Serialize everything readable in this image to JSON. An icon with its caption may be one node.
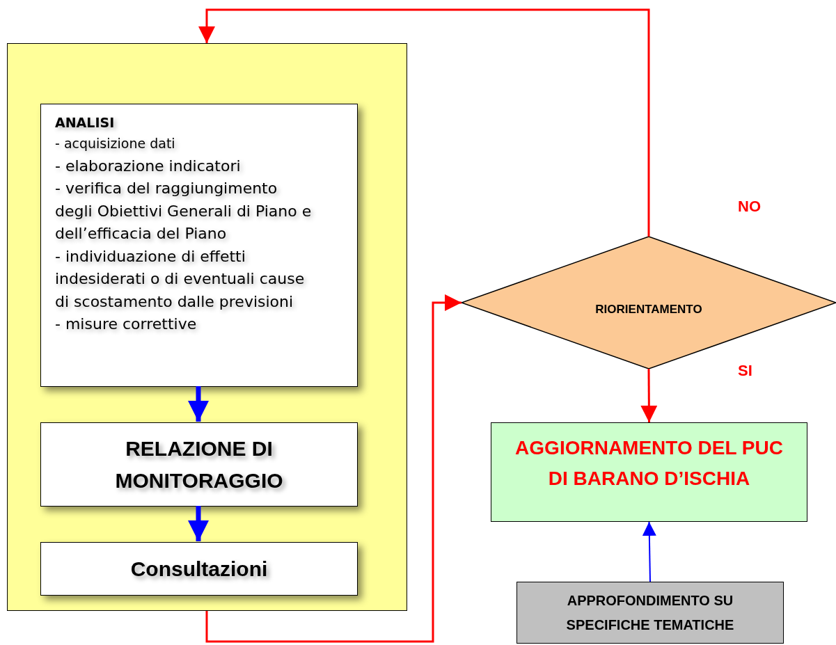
{
  "diagram": {
    "nodes": [
      {
        "text": [],
        "shape": "box"
      },
      {
        "text": [
          "ANALISI",
          "- acquisizione dati",
          "- elaborazione indicatori",
          "- verifica del raggiungimento degli Obiettivi Generali di Piano e dell’efficacia del Piano",
          "- individuazione di effetti indesiderati o di eventuali cause di scostamento dalle previsioni",
          "- misure correttive"
        ],
        "in": 0
      },
      {
        "text": [
          "RELAZIONE DI MONITORAGGIO"
        ],
        "in": 0
      },
      {
        "text": [
          "Consultazioni"
        ],
        "in": 0
      },
      {
        "text": [
          "RIORIENTAMENTO"
        ]
      },
      {
        "text": [
          "AGGIORNAMENTO DEL PUC DI BARANO D’ISCHIA"
        ]
      },
      {
        "text": [
          "APPROFONDIMENTO SU SPECIFICHE TEMATICHE"
        ]
      }
    ],
    "edges": [
      {
        "from": 1,
        "to": 2,
        "arrow": "to",
        "style": "thick",
        "color": "#0000ff"
      },
      {
        "from": 2,
        "to": 3,
        "arrow": "to",
        "style": "thick",
        "color": "#0000ff"
      },
      {
        "from": 0,
        "to": 4,
        "arrow": "to",
        "color": "#ff0000"
      },
      {
        "from": 4,
        "to": 0,
        "arrow": "to",
        "color": "#ff0000"
      },
      {
        "from": 4,
        "to": 5,
        "arrow": "to",
        "color": "#ff0000"
      },
      {
        "from": 6,
        "to": 5,
        "arrow": "to",
        "color": "#0000ff"
      }
    ],
    "labels": [
      "NO",
      "SI"
    ]
  }
}
